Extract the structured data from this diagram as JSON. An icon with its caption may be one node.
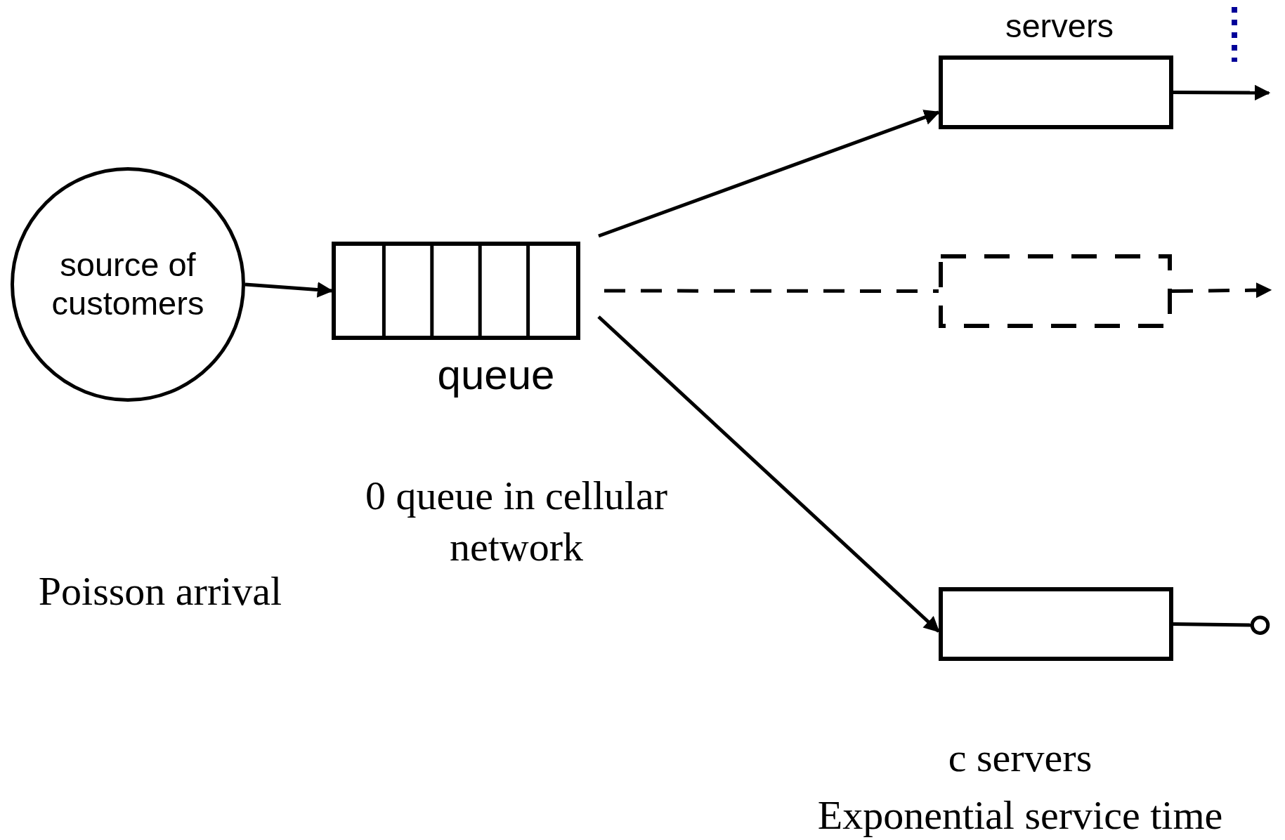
{
  "diagram": {
    "nodes": [
      {
        "text": [
          "source of customers"
        ]
      },
      {
        "text": [],
        "shape": "box",
        "beside": [
          "queue"
        ]
      },
      {
        "text": [],
        "shape": "box",
        "beside": [
          "servers"
        ]
      },
      {
        "text": [],
        "shape": "box"
      },
      {
        "text": [],
        "shape": "box"
      }
    ],
    "edges": [
      {
        "from": 0,
        "to": 1,
        "arrow": "to"
      },
      {
        "from": 1,
        "to": 2,
        "arrow": "to"
      },
      {
        "from": 1,
        "to": 3,
        "arrow": "none",
        "style": "dashed"
      },
      {
        "from": 1,
        "to": 4,
        "arrow": "to"
      },
      {
        "from": 2,
        "to": null,
        "arrow": "to"
      },
      {
        "from": 3,
        "to": null,
        "arrow": "to",
        "style": "dashed"
      },
      {
        "from": 4,
        "to": null,
        "arrow": "other"
      }
    ],
    "labels": [
      "0 queue in cellular network",
      "Poisson arrival",
      "c servers",
      "Exponential service time"
    ]
  }
}
